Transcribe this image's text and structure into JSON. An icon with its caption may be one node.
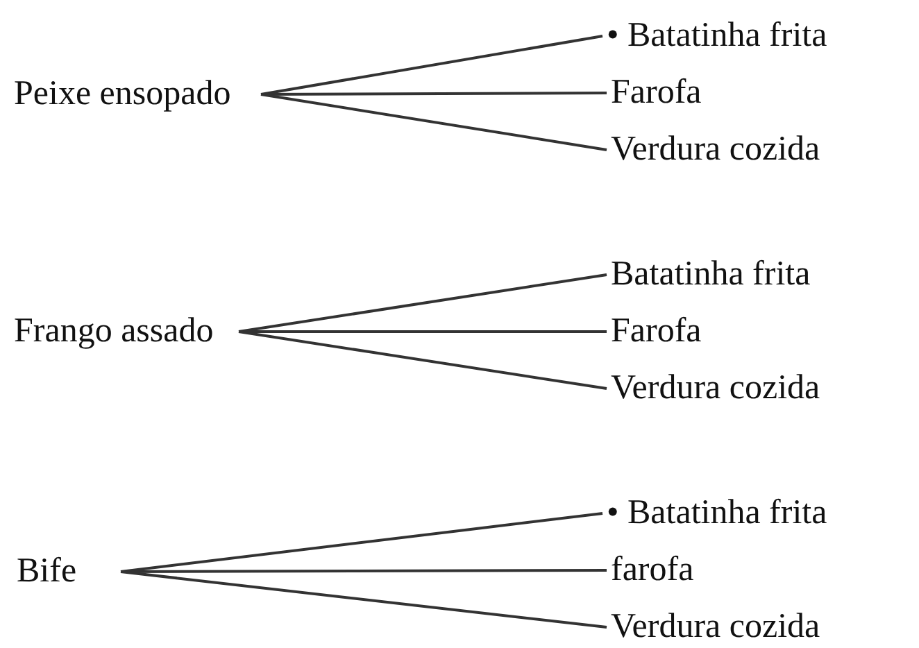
{
  "diagram": {
    "nodes": [
      {
        "text": [
          "Peixe ensopado"
        ]
      },
      {
        "text": [
          "• Batatinha frita"
        ]
      },
      {
        "text": [
          "Farofa"
        ]
      },
      {
        "text": [
          "Verdura cozida"
        ]
      },
      {
        "text": [
          "Frango assado"
        ]
      },
      {
        "text": [
          "Batatinha frita"
        ]
      },
      {
        "text": [
          "Farofa"
        ]
      },
      {
        "text": [
          "Verdura cozida"
        ]
      },
      {
        "text": [
          "Bife"
        ]
      },
      {
        "text": [
          "• Batatinha frita"
        ]
      },
      {
        "text": [
          "farofa"
        ]
      },
      {
        "text": [
          "Verdura cozida"
        ]
      }
    ],
    "edges": [
      {
        "from": 0,
        "to": 1,
        "arrow": "none"
      },
      {
        "from": 0,
        "to": 2,
        "arrow": "none"
      },
      {
        "from": 0,
        "to": 3,
        "arrow": "none"
      },
      {
        "from": 4,
        "to": 5,
        "arrow": "none"
      },
      {
        "from": 4,
        "to": 6,
        "arrow": "none"
      },
      {
        "from": 4,
        "to": 7,
        "arrow": "none"
      },
      {
        "from": 8,
        "to": 9,
        "arrow": "none"
      },
      {
        "from": 8,
        "to": 10,
        "arrow": "none"
      },
      {
        "from": 8,
        "to": 11,
        "arrow": "none"
      }
    ]
  }
}
